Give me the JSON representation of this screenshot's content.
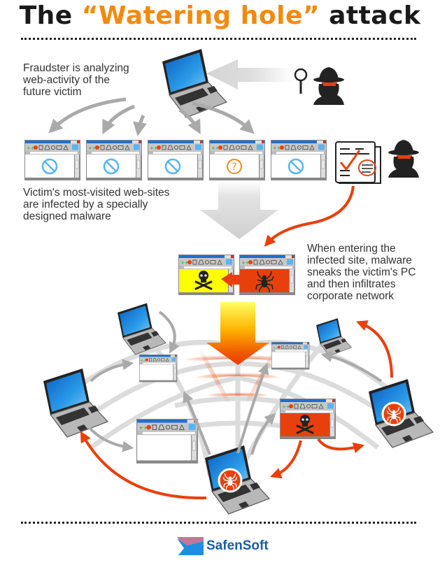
{
  "title": {
    "prefix": "The ",
    "highlight": "“Watering hole”",
    "suffix": " attack"
  },
  "captions": {
    "step1": [
      "Fraudster is analyzing",
      "web-activity of the",
      "future victim"
    ],
    "step2": [
      "Victim's most-visited web-sites",
      "are infected by a specially",
      "designed malware"
    ],
    "step3": [
      "When entering the",
      "infected site, malware",
      "sneaks the victim's PC",
      "and then infiltrates",
      "corporate network"
    ]
  },
  "websites": [
    {
      "status": "blocked",
      "icon": "no-entry-icon"
    },
    {
      "status": "blocked",
      "icon": "no-entry-icon"
    },
    {
      "status": "blocked",
      "icon": "no-entry-icon"
    },
    {
      "status": "selected",
      "icon": "question-icon"
    },
    {
      "status": "blocked",
      "icon": "no-entry-icon"
    }
  ],
  "infected_pair": [
    {
      "state": "infected",
      "icon": "skull-crossbones-icon"
    },
    {
      "state": "malware-source",
      "icon": "spider-icon"
    }
  ],
  "footer": {
    "brand": "SafenSoft"
  },
  "colors": {
    "title_accent": "#f28a10",
    "malware_red": "#e8400c",
    "infected_yellow": "#ffff00",
    "arrow_gray": "#aaaaaa",
    "screen_blue": "#1e7fd6",
    "no_entry_blue": "#5ab4f0",
    "brand_blue": "#1a5e9e",
    "brand_pink": "#c07898"
  }
}
